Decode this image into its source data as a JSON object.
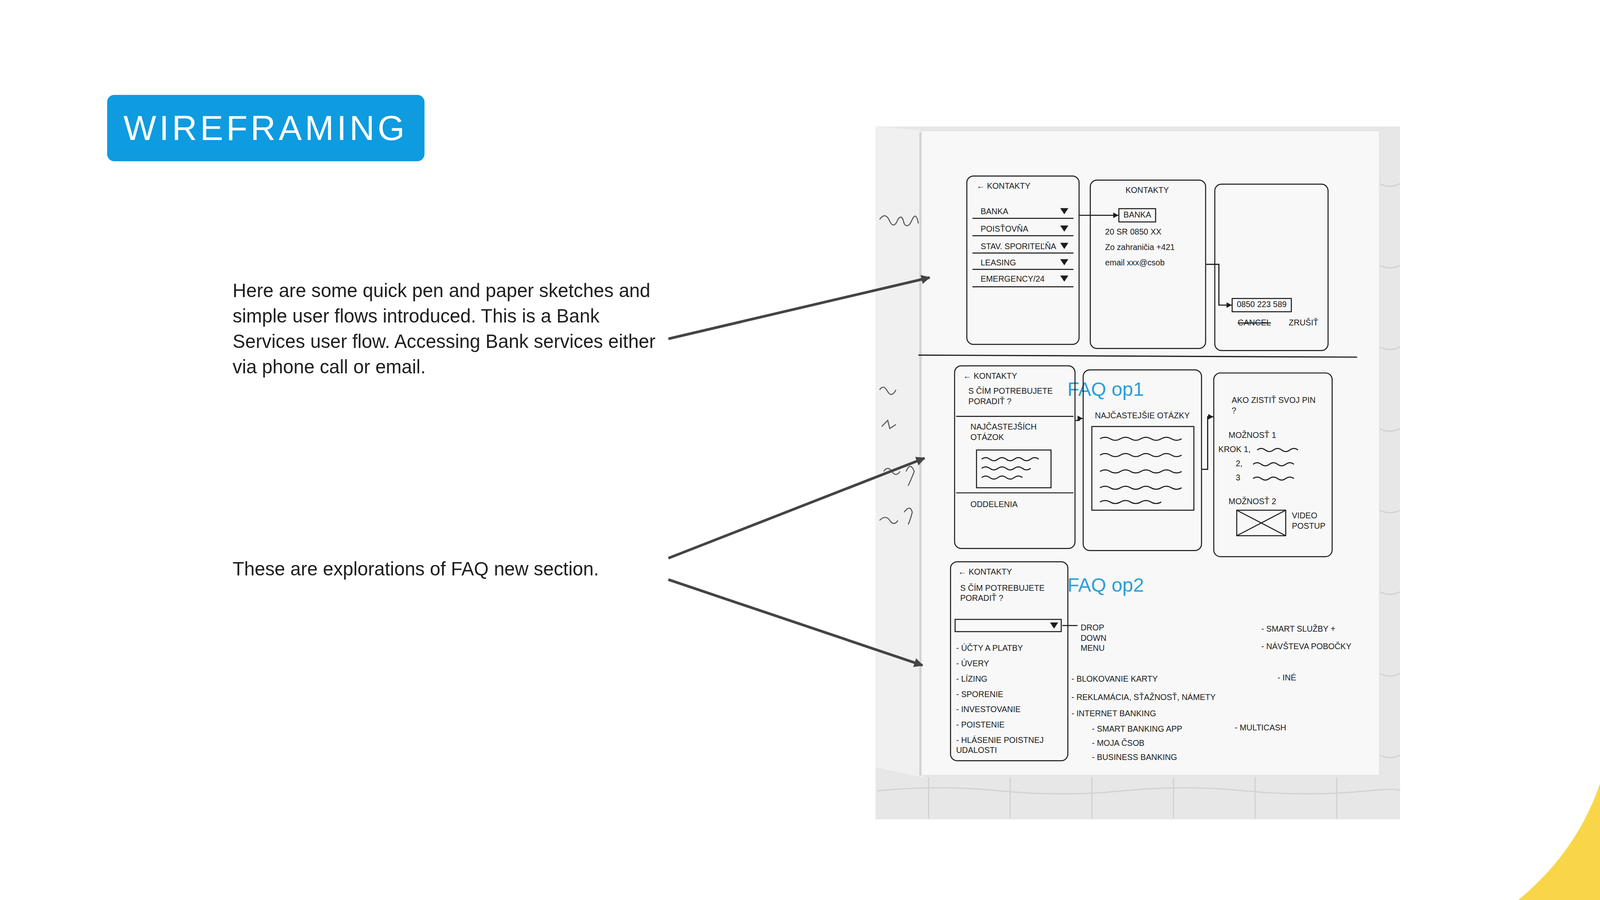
{
  "diagram": {
    "title": "WIREFRAMING",
    "nodes": [
      {
        "text": [
          "← KONTAKTY",
          "BANKA",
          "POISŤOVŇA",
          "STAV. SPORITEĽŇA",
          "LEASING",
          "EMERGENCY/24"
        ]
      },
      {
        "text": [
          "KONTAKTY",
          "20 SR 0850 XX",
          "Zo zahraničia +421",
          "email xxx@csob"
        ]
      },
      {
        "text": [
          "BANKA"
        ],
        "in": 1
      },
      {
        "text": [
          "CANCEL",
          "ZRUŠIŤ"
        ]
      },
      {
        "text": [
          "0850 223 589"
        ],
        "in": 3
      },
      {
        "text": [
          "← KONTAKTY",
          "S ČÍM POTREBUJETE PORADIŤ ?",
          "NAJČASTEJŠÍCH OTÁZOK",
          "ODDELENIA"
        ]
      },
      {
        "text": [
          "NAJČASTEJŠIE OTÁZKY"
        ]
      },
      {
        "text": [
          "AKO ZISTIŤ SVOJ PIN ?",
          "MOŽNOSŤ 1",
          "KROK 1,",
          "2,",
          "3",
          "MOŽNOSŤ 2",
          "VIDEO POSTUP"
        ]
      },
      {
        "text": [
          "← KONTAKTY",
          "S ČÍM POTREBUJETE PORADIŤ ?",
          "- ÚČTY A PLATBY",
          "- ÚVERY",
          "- LÍZING",
          "- SPORENIE",
          "- INVESTOVANIE",
          "- POISTENIE",
          "- HLÁSENIE POISTNEJ UDALOSTI"
        ]
      }
    ],
    "edges": [
      {
        "from": 0,
        "to": 2,
        "arrow": "to"
      },
      {
        "from": 1,
        "to": 4,
        "arrow": "to"
      },
      {
        "from": 5,
        "to": 6,
        "arrow": "to"
      },
      {
        "from": 6,
        "to": 7,
        "arrow": "to"
      }
    ],
    "labels": [
      "Here are some quick pen and paper sketches and simple user flows introduced. This is a Bank Services user flow. Accessing Bank services either via phone call or email.",
      "These are explorations of FAQ new section.",
      "FAQ op1",
      "FAQ op2",
      "DROP DOWN MENU",
      "- BLOKOVANIE KARTY",
      "- REKLAMÁCIA, SŤAŽNOSŤ, NÁMETY",
      "- INTERNET BANKING",
      "- SMART BANKING APP",
      "- MOJA ČSOB",
      "- BUSINESS BANKING",
      "- MULTICASH",
      "- SMART SLUŽBY +",
      "- NÁVŠTEVA POBOČKY",
      "- INÉ"
    ]
  }
}
